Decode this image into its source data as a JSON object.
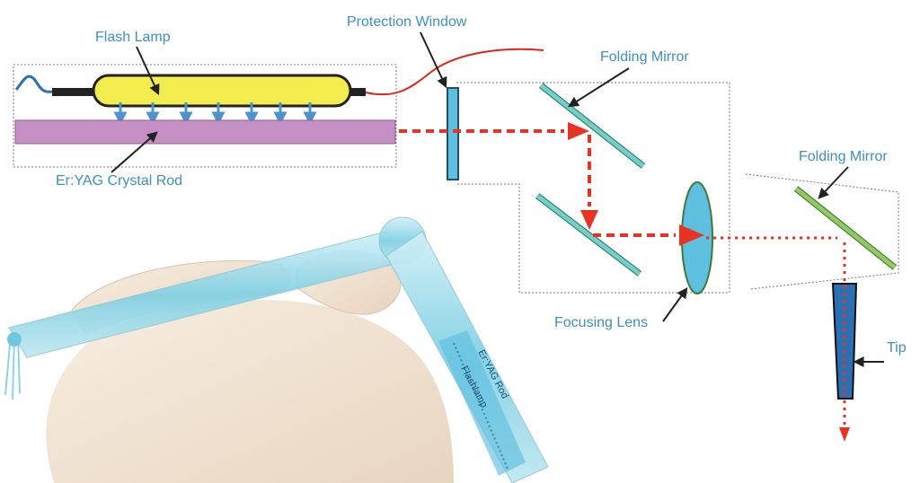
{
  "labels": {
    "flash_lamp": "Flash Lamp",
    "protection_window": "Protection Window",
    "folding_mirror_1": "Folding Mirror",
    "folding_mirror_2": "Folding Mirror",
    "crystal_rod": "Er:YAG Crystal Rod",
    "focusing_lens": "Focusing Lens",
    "tip": "Tip",
    "handpiece_rod": "Er:YAG Rod",
    "handpiece_lamp": "Flashlamp"
  },
  "colors": {
    "label_text": "#3d8fc4",
    "lamp_fill": "#f2ec4f",
    "rod_fill": "#c48fc2",
    "beam": "#e83222",
    "component_fill": "#5fbfdf",
    "mirror_teal": "#3fb6a6",
    "mirror_green": "#77b84d",
    "arrow_blue": "#4d93cc",
    "handpiece": "#9fdcea",
    "glove": "#f1e3d1"
  }
}
